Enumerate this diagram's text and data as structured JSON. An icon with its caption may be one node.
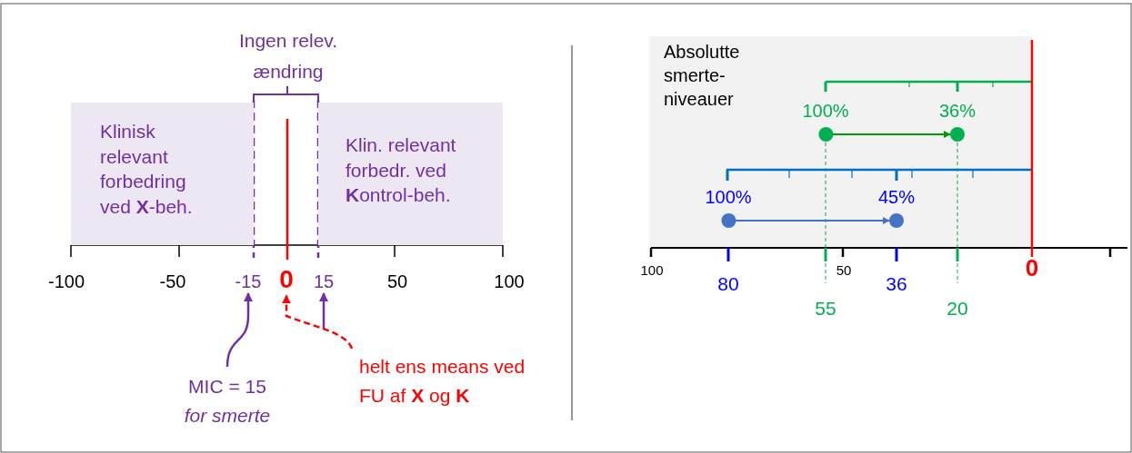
{
  "diagram": {
    "nodes": [
      {
        "text": [
          "Klinisk relevant forbedring ved **X**-beh."
        ]
      },
      {
        "text": [
          "Klin. relevant forbedr. ved **K**ontrol-beh."
        ]
      },
      {
        "text": [
          "-15"
        ]
      },
      {
        "text": [
          "0"
        ]
      },
      {
        "text": [
          "15"
        ]
      },
      {
        "text": [
          "MIC = 15",
          "for smerte"
        ]
      },
      {
        "text": [
          "helt ens means ved FU af **X** og **K**"
        ]
      },
      {
        "text": [
          "100%"
        ]
      },
      {
        "text": [
          "36%"
        ]
      },
      {
        "text": [
          "100%"
        ]
      },
      {
        "text": [
          "45%"
        ]
      }
    ],
    "edges": [
      {
        "from": 5,
        "to": 2,
        "arrow": "to",
        "color": "#7030a0"
      },
      {
        "from": null,
        "to": 4,
        "arrow": "to",
        "color": "#7030a0"
      },
      {
        "from": 6,
        "to": 3,
        "arrow": "to",
        "style": "dashed",
        "color": "#ff0000"
      },
      {
        "from": 7,
        "to": 8,
        "arrow": "to",
        "color": "#009900"
      },
      {
        "from": 9,
        "to": 10,
        "arrow": "to",
        "color": "#4472c4"
      }
    ],
    "labels": [
      "Ingen relev. ændring",
      "-100",
      "-50",
      "50",
      "100",
      "Absolutte smerte-niveauer",
      "100",
      "50",
      "0",
      "80",
      "36",
      "55",
      "20"
    ]
  }
}
